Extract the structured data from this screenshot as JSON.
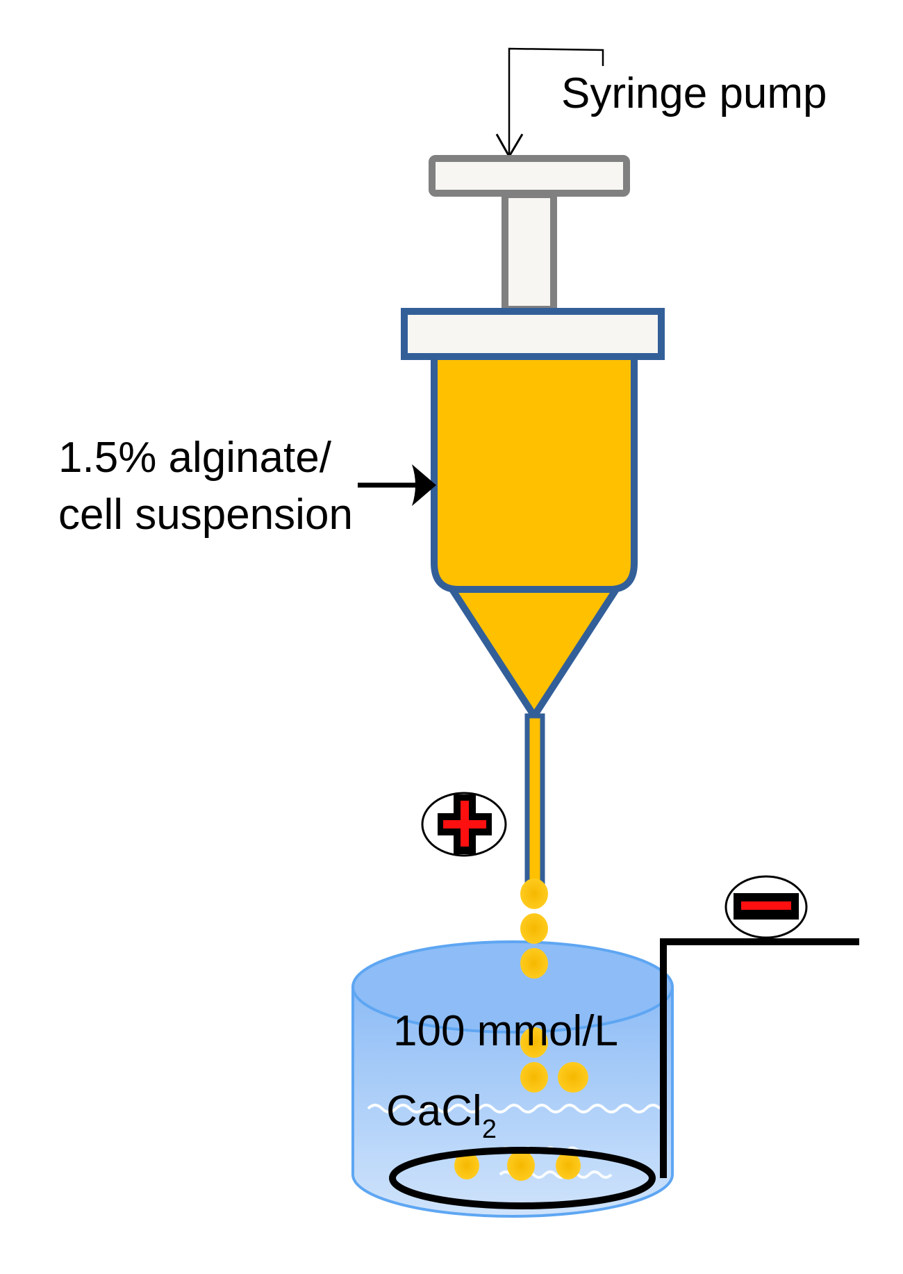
{
  "figure": {
    "labels": {
      "pump": "Syringe pump",
      "suspension_line1": "1.5% alginate/",
      "suspension_line2": "cell suspension",
      "concentration": "100 mmol/L",
      "solution_main": "CaCl",
      "solution_subscript": "2"
    },
    "electrodes": {
      "positive": "+",
      "negative": "−"
    },
    "colors": {
      "syringe_fill": "#FFC000",
      "syringe_outline": "#335F99",
      "plunger_fill": "#F7F6F2",
      "plunger_outline": "#808080",
      "bath_fill": "#A9CCF7",
      "bath_edge": "#5EA6F2",
      "droplet": "#FFC61A",
      "electrode_sign": "#FF1010",
      "wire": "#000000"
    },
    "droplet_count": 9
  }
}
